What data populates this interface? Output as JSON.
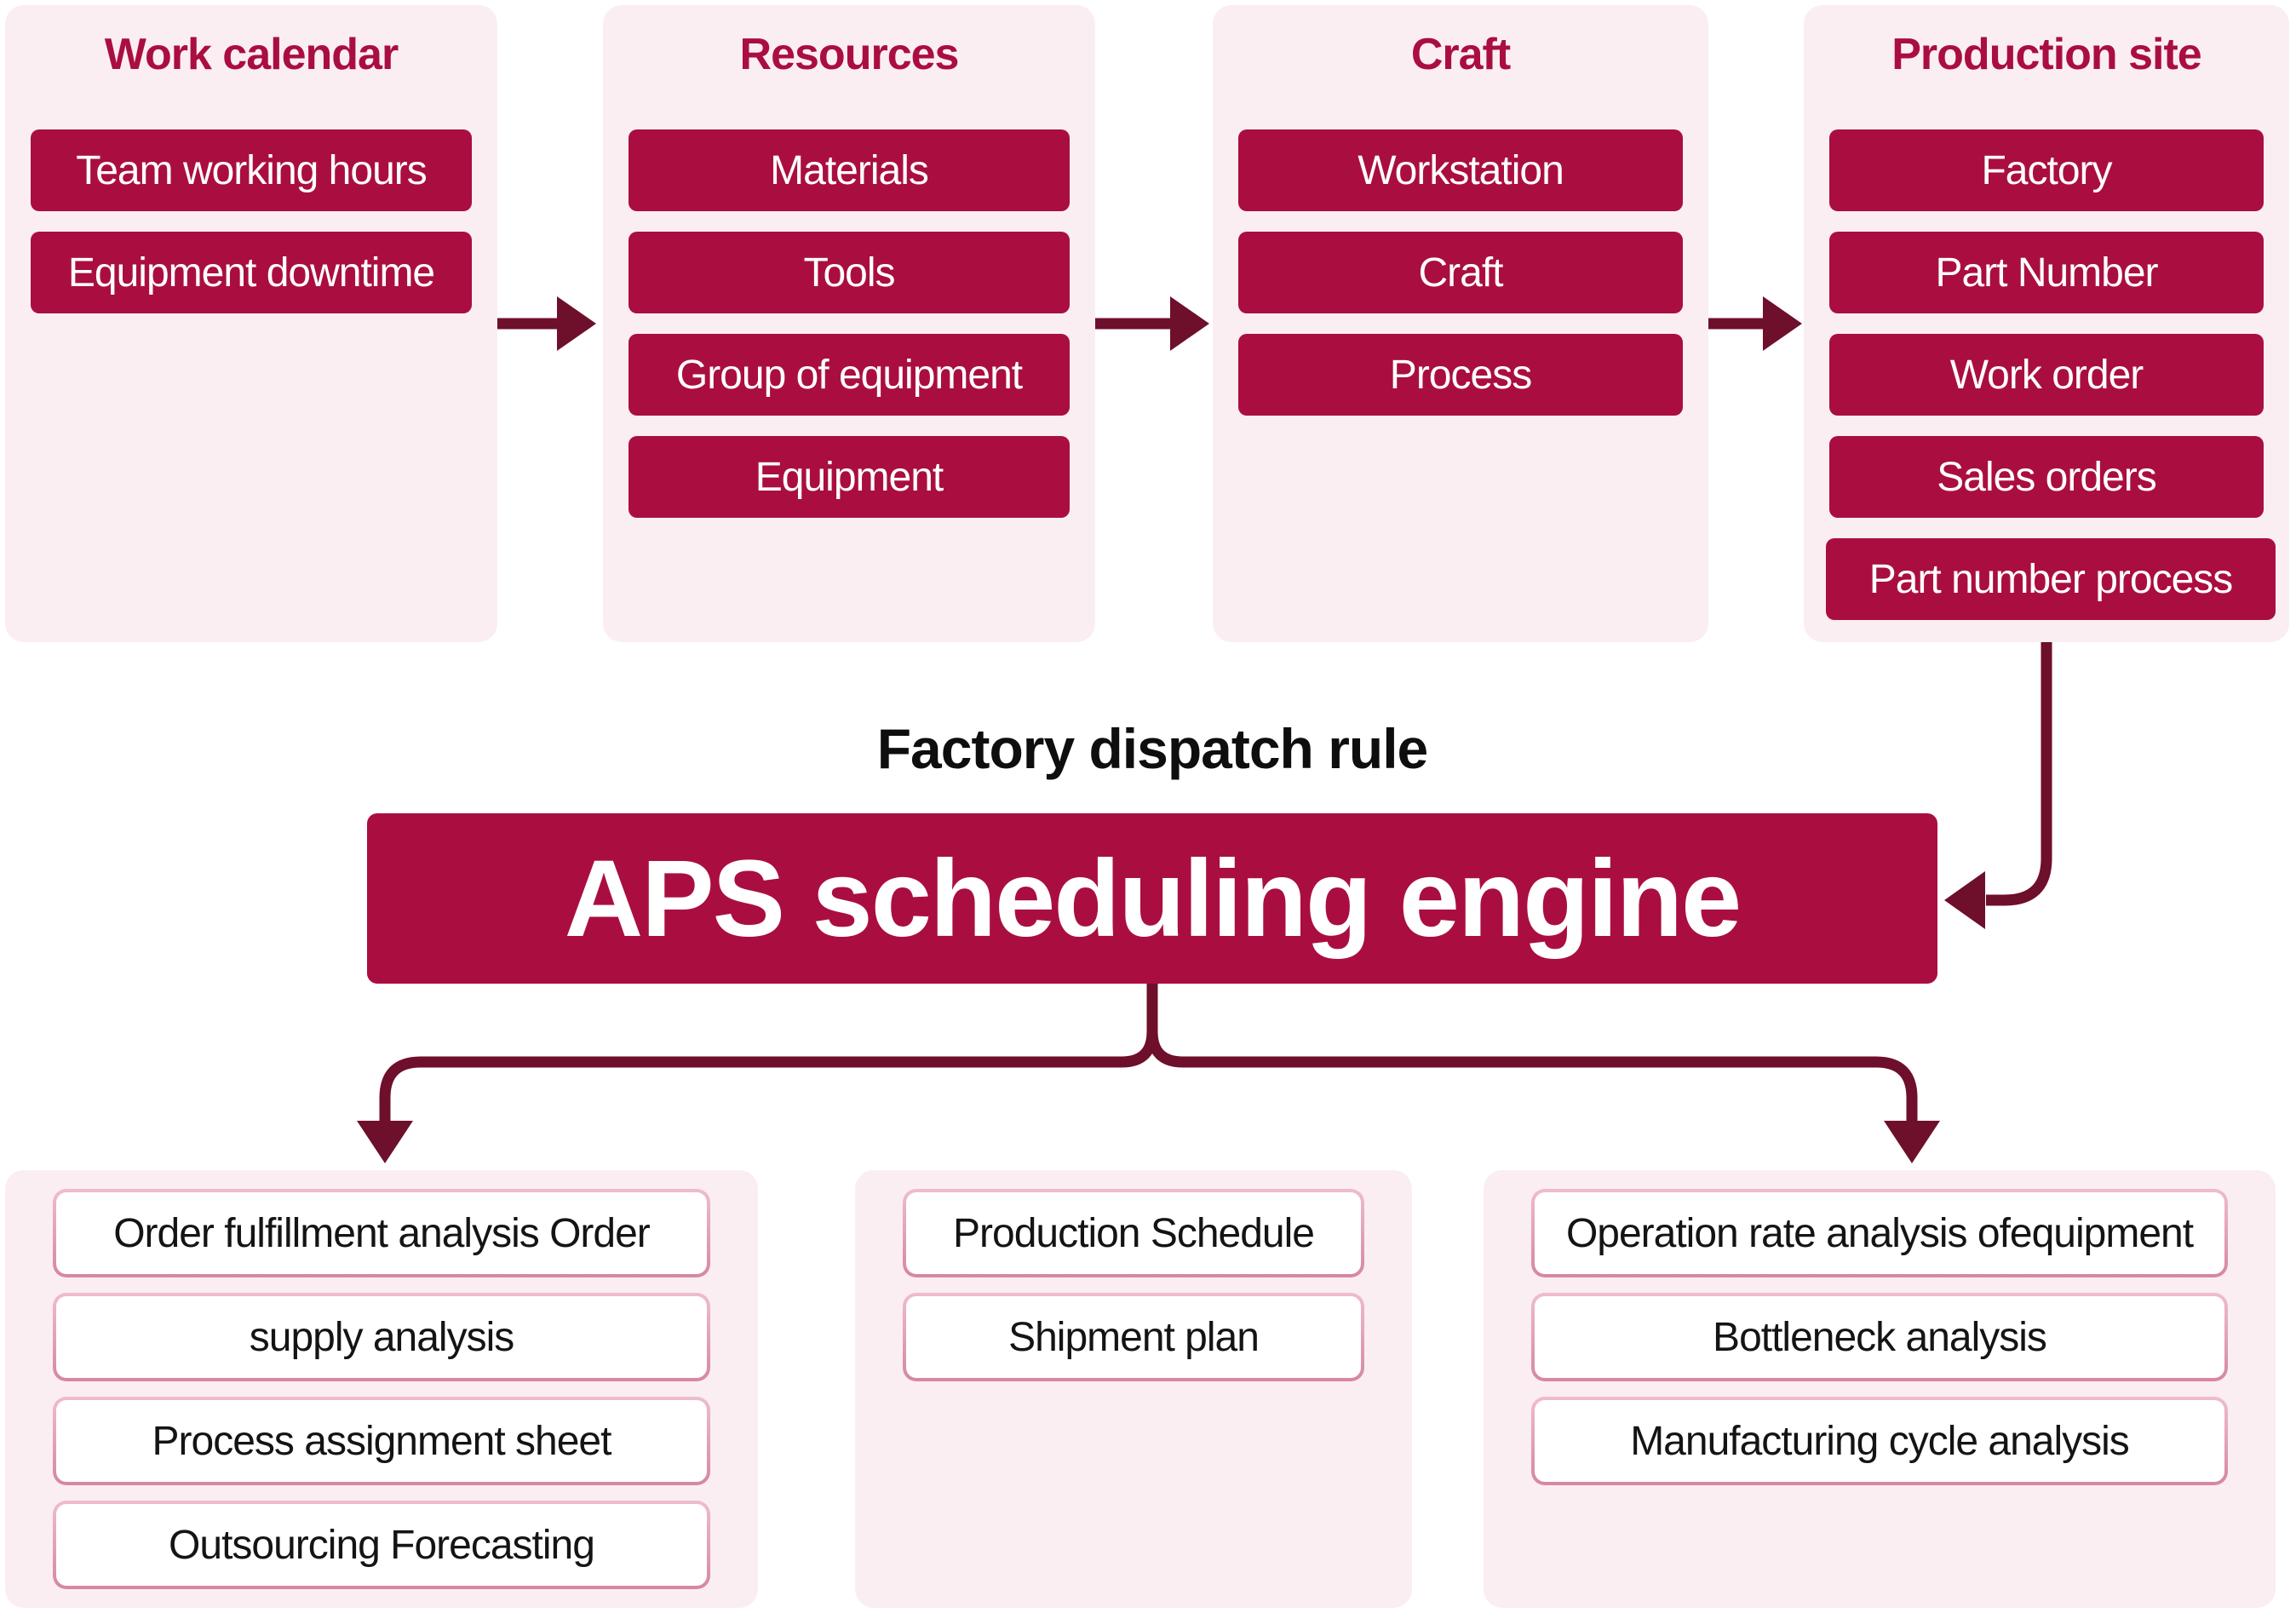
{
  "palette": {
    "crimson": "#aa0e40",
    "panel_pink": "#faeef3",
    "arrow_maroon": "#6e0f2b",
    "output_border_top": "#efbccd",
    "output_border_bottom": "#d687a0",
    "text_black": "#0e0e0e",
    "white": "#ffffff"
  },
  "top_panels": [
    {
      "title": "Work calendar",
      "items": [
        "Team working hours",
        "Equipment downtime"
      ]
    },
    {
      "title": "Resources",
      "items": [
        "Materials",
        "Tools",
        "Group of equipment",
        "Equipment"
      ]
    },
    {
      "title": "Craft",
      "items": [
        "Workstation",
        "Craft",
        "Process"
      ]
    },
    {
      "title": "Production site",
      "items": [
        "Factory",
        "Part Number",
        "Work order",
        "Sales orders",
        "Part number process"
      ]
    }
  ],
  "middle": {
    "dispatch_label": "Factory dispatch rule",
    "engine_label": "APS scheduling engine"
  },
  "bottom_panels": [
    {
      "items": [
        "Order fulfillment analysis Order",
        "supply analysis",
        "Process assignment sheet",
        "Outsourcing Forecasting"
      ]
    },
    {
      "items": [
        "Production Schedule",
        "Shipment plan"
      ]
    },
    {
      "items": [
        "Operation rate analysis ofequipment",
        "Bottleneck analysis",
        "Manufacturing cycle analysis"
      ]
    }
  ]
}
